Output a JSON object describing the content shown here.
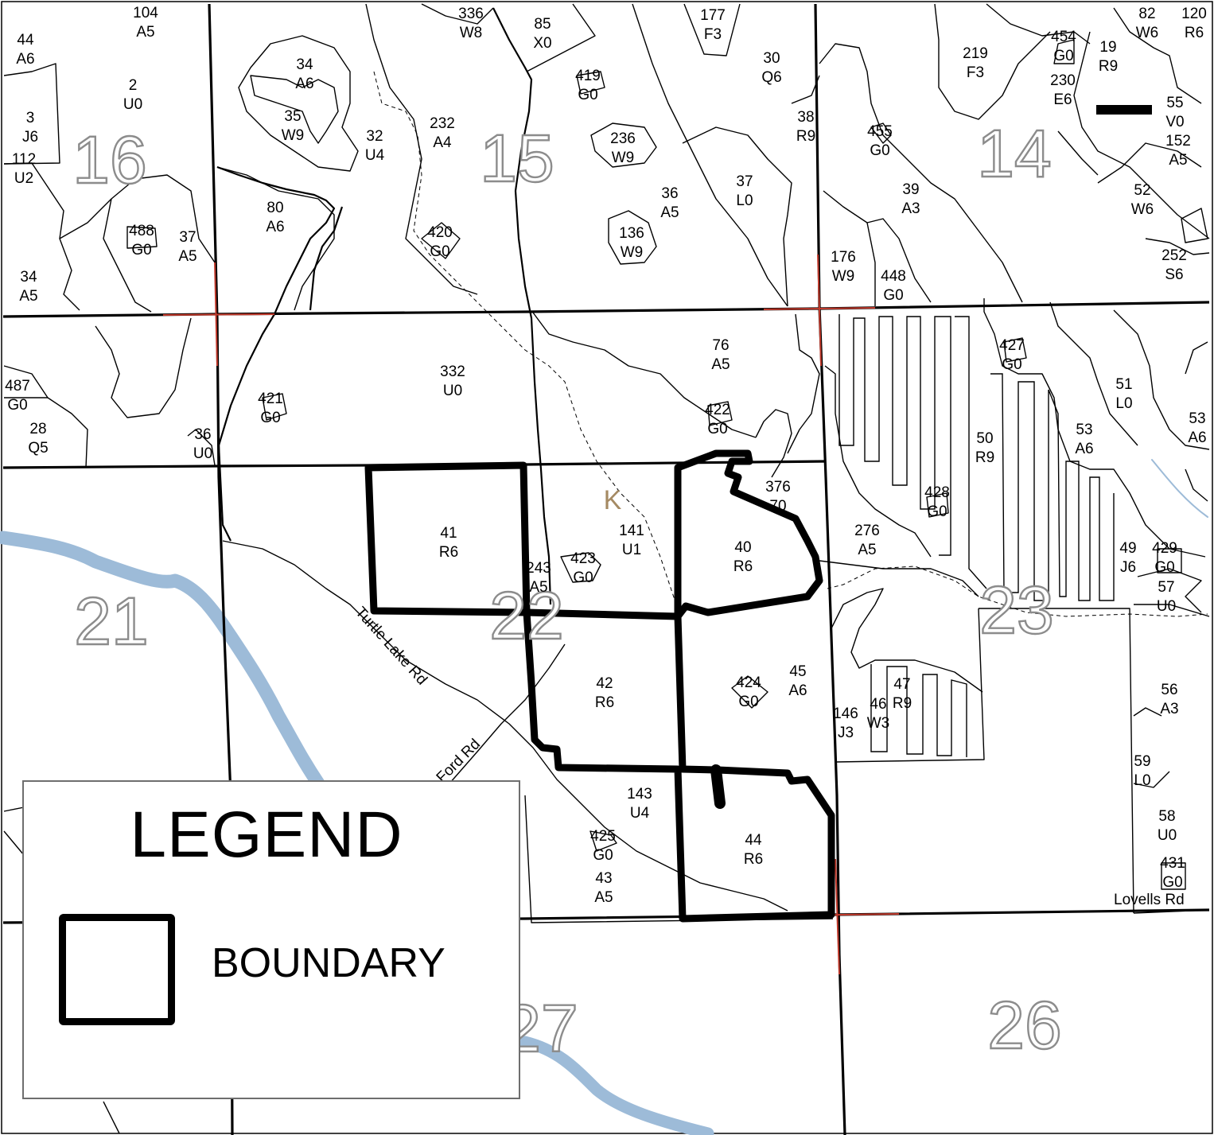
{
  "sections": [
    {
      "number": "16"
    },
    {
      "number": "15"
    },
    {
      "number": "14"
    },
    {
      "number": "21"
    },
    {
      "number": "22"
    },
    {
      "number": "23"
    },
    {
      "number": "27"
    },
    {
      "number": "26"
    }
  ],
  "stands": [
    {
      "id": "104",
      "type": "A5"
    },
    {
      "id": "44",
      "type": "A6"
    },
    {
      "id": "2",
      "type": "U0"
    },
    {
      "id": "3",
      "type": "J6"
    },
    {
      "id": "112",
      "type": "U2"
    },
    {
      "id": "488",
      "type": "G0"
    },
    {
      "id": "37",
      "type": "A5"
    },
    {
      "id": "34",
      "type": "A5"
    },
    {
      "id": "34",
      "type": "A6"
    },
    {
      "id": "35",
      "type": "W9"
    },
    {
      "id": "32",
      "type": "U4"
    },
    {
      "id": "80",
      "type": "A6"
    },
    {
      "id": "336",
      "type": "W8"
    },
    {
      "id": "85",
      "type": "X0"
    },
    {
      "id": "232",
      "type": "A4"
    },
    {
      "id": "419",
      "type": "G0"
    },
    {
      "id": "420",
      "type": "G0"
    },
    {
      "id": "236",
      "type": "W9"
    },
    {
      "id": "136",
      "type": "W9"
    },
    {
      "id": "36",
      "type": "A5"
    },
    {
      "id": "177",
      "type": "F3"
    },
    {
      "id": "30",
      "type": "Q6"
    },
    {
      "id": "37",
      "type": "L0"
    },
    {
      "id": "38",
      "type": "R9"
    },
    {
      "id": "455",
      "type": "G0"
    },
    {
      "id": "39",
      "type": "A3"
    },
    {
      "id": "176",
      "type": "W9"
    },
    {
      "id": "448",
      "type": "G0"
    },
    {
      "id": "219",
      "type": "F3"
    },
    {
      "id": "454",
      "type": "G0"
    },
    {
      "id": "230",
      "type": "E6"
    },
    {
      "id": "19",
      "type": "R9"
    },
    {
      "id": "82",
      "type": "W6"
    },
    {
      "id": "120",
      "type": "R6"
    },
    {
      "id": "55",
      "type": "V0"
    },
    {
      "id": "152",
      "type": "A5"
    },
    {
      "id": "52",
      "type": "W6"
    },
    {
      "id": "252",
      "type": "S6"
    },
    {
      "id": "487",
      "type": "G0"
    },
    {
      "id": "28",
      "type": "Q5"
    },
    {
      "id": "421",
      "type": "G0"
    },
    {
      "id": "36",
      "type": "U0"
    },
    {
      "id": "332",
      "type": "U0"
    },
    {
      "id": "76",
      "type": "A5"
    },
    {
      "id": "422",
      "type": "G0"
    },
    {
      "id": "427",
      "type": "G0"
    },
    {
      "id": "51",
      "type": "L0"
    },
    {
      "id": "53",
      "type": "A6"
    },
    {
      "id": "53",
      "type": "A6"
    },
    {
      "id": "50",
      "type": "R9"
    },
    {
      "id": "428",
      "type": "G0"
    },
    {
      "id": "376",
      "type": "70"
    },
    {
      "id": "276",
      "type": "A5"
    },
    {
      "id": "41",
      "type": "R6"
    },
    {
      "id": "141",
      "type": "U1"
    },
    {
      "id": "243",
      "type": "A5"
    },
    {
      "id": "423",
      "type": "G0"
    },
    {
      "id": "40",
      "type": "R6"
    },
    {
      "id": "49",
      "type": "J6"
    },
    {
      "id": "429",
      "type": "G0"
    },
    {
      "id": "57",
      "type": "U0"
    },
    {
      "id": "42",
      "type": "R6"
    },
    {
      "id": "424",
      "type": "G0"
    },
    {
      "id": "45",
      "type": "A6"
    },
    {
      "id": "146",
      "type": "J3"
    },
    {
      "id": "46",
      "type": "W3"
    },
    {
      "id": "47",
      "type": "R9"
    },
    {
      "id": "56",
      "type": "A3"
    },
    {
      "id": "59",
      "type": "L0"
    },
    {
      "id": "143",
      "type": "U4"
    },
    {
      "id": "425",
      "type": "G0"
    },
    {
      "id": "43",
      "type": "A5"
    },
    {
      "id": "44",
      "type": "R6"
    },
    {
      "id": "58",
      "type": "U0"
    },
    {
      "id": "431",
      "type": "G0"
    }
  ],
  "roads": [
    {
      "name": "Turtle Lake Rd"
    },
    {
      "name": "Ford Rd"
    },
    {
      "name": "Lovells Rd"
    }
  ],
  "marker": "K",
  "legend": {
    "title": "LEGEND",
    "entries": [
      {
        "label": "BOUNDARY"
      }
    ]
  },
  "colors": {
    "boundary": "#000000",
    "river": "#9dbbd8",
    "stand_line": "#000000",
    "section_line": "#000000",
    "section_corner": "#c0392b",
    "section_number_stroke": "#8c8c8c",
    "marker": "#a58a63"
  }
}
